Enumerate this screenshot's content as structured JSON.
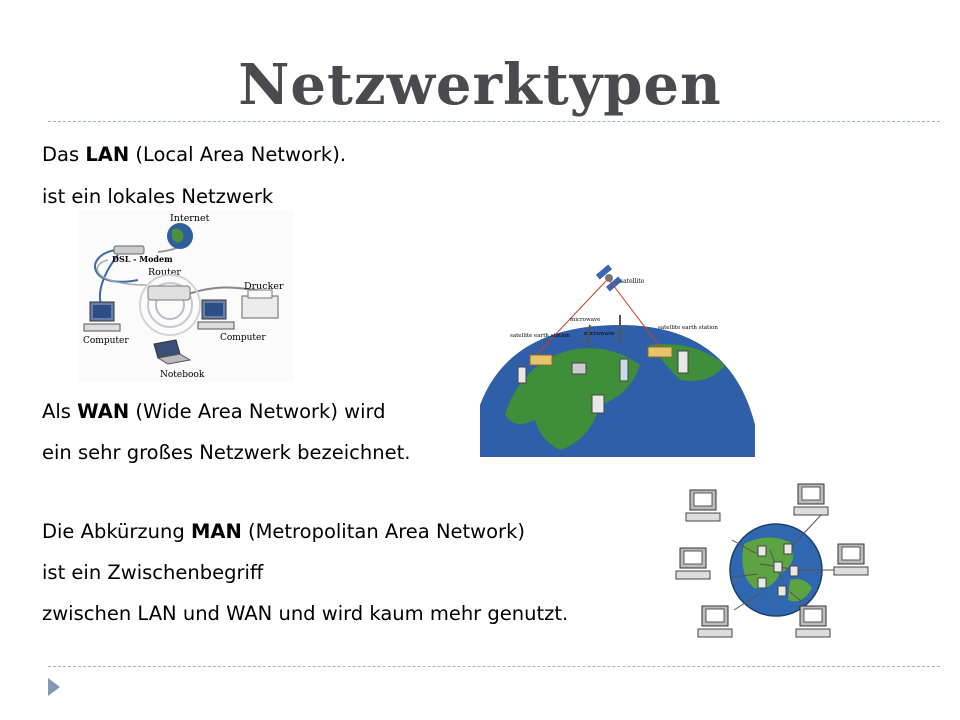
{
  "slide": {
    "title": "Netzwerktypen",
    "lan": {
      "line1_pre": "Das ",
      "line1_bold": "LAN",
      "line1_post": " (Local Area Network).",
      "line2": "ist ein lokales Netzwerk"
    },
    "wan": {
      "line1_pre": "Als ",
      "line1_bold": "WAN",
      "line1_post": " (Wide Area Network) wird",
      "line2": "ein sehr großes Netzwerk bezeichnet."
    },
    "man": {
      "line1_pre": "Die Abkürzung ",
      "line1_bold": "MAN",
      "line1_post": " (Metropolitan Area Network)",
      "line2": "ist ein Zwischenbegriff",
      "line3": "zwischen LAN und WAN und wird kaum mehr genutzt."
    }
  },
  "lan_diagram": {
    "labels": {
      "internet": "Internet",
      "dsl_modem": "DSL - Modem",
      "router": "Router",
      "drucker": "Drucker",
      "computer_left": "Computer",
      "computer_right": "Computer",
      "notebook": "Notebook"
    }
  },
  "wan_diagram": {
    "labels": {
      "satellite": "satellite",
      "earth_station_left": "satellite earth station",
      "earth_station_right": "satellite earth station",
      "microwave_top": "microwave",
      "microwave": "microwave"
    }
  },
  "colors": {
    "title": "#4a4a50",
    "rule": "#9fb6c6",
    "bullet": "#7f9ab2",
    "ocean": "#2f5fa8",
    "land": "#3f8f3a"
  }
}
